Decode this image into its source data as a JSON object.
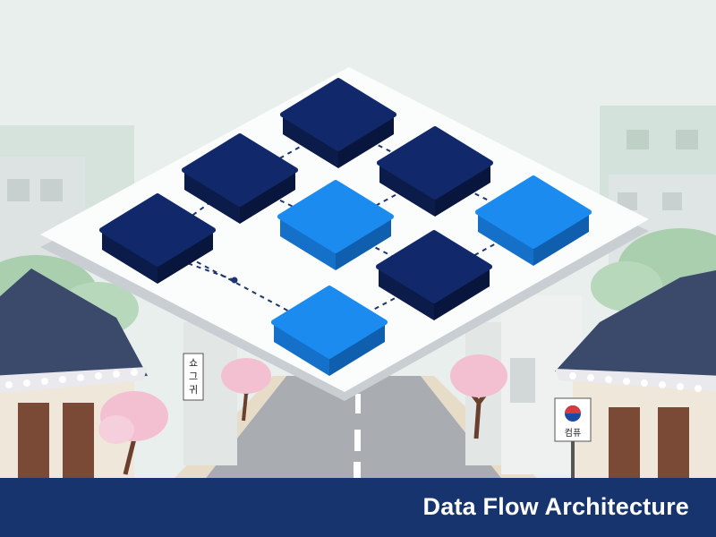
{
  "caption": {
    "title": "Data Flow Architecture"
  },
  "signs": {
    "vertical_text": [
      "쇼",
      "그",
      "귀"
    ],
    "road_sign_text": "컴퓨"
  },
  "colors": {
    "sky": "#e9efec",
    "platform": "#fbfcfc",
    "node_dark": "#11296a",
    "node_light": "#1b8bf0",
    "connector": "#1e3570",
    "footer": "#17346f",
    "roof": "#3b4a6b",
    "wall": "#7a4a36",
    "blossom": "#f3c0d1",
    "tree_green": "#a9cfae"
  },
  "diagram": {
    "nodes": [
      {
        "id": "n1",
        "tone": "dark"
      },
      {
        "id": "n2",
        "tone": "dark"
      },
      {
        "id": "n3",
        "tone": "dark"
      },
      {
        "id": "n4",
        "tone": "dark"
      },
      {
        "id": "n5",
        "tone": "light"
      },
      {
        "id": "n6",
        "tone": "light"
      },
      {
        "id": "n7",
        "tone": "dark"
      },
      {
        "id": "n8",
        "tone": "light"
      }
    ],
    "edges": [
      [
        "n1",
        "n2"
      ],
      [
        "n1",
        "n3"
      ],
      [
        "n2",
        "n4"
      ],
      [
        "n2",
        "n5"
      ],
      [
        "n3",
        "n6"
      ],
      [
        "n3",
        "n5"
      ],
      [
        "n5",
        "n7"
      ],
      [
        "n6",
        "n7"
      ],
      [
        "n4",
        "n8"
      ],
      [
        "n7",
        "n8"
      ]
    ]
  }
}
